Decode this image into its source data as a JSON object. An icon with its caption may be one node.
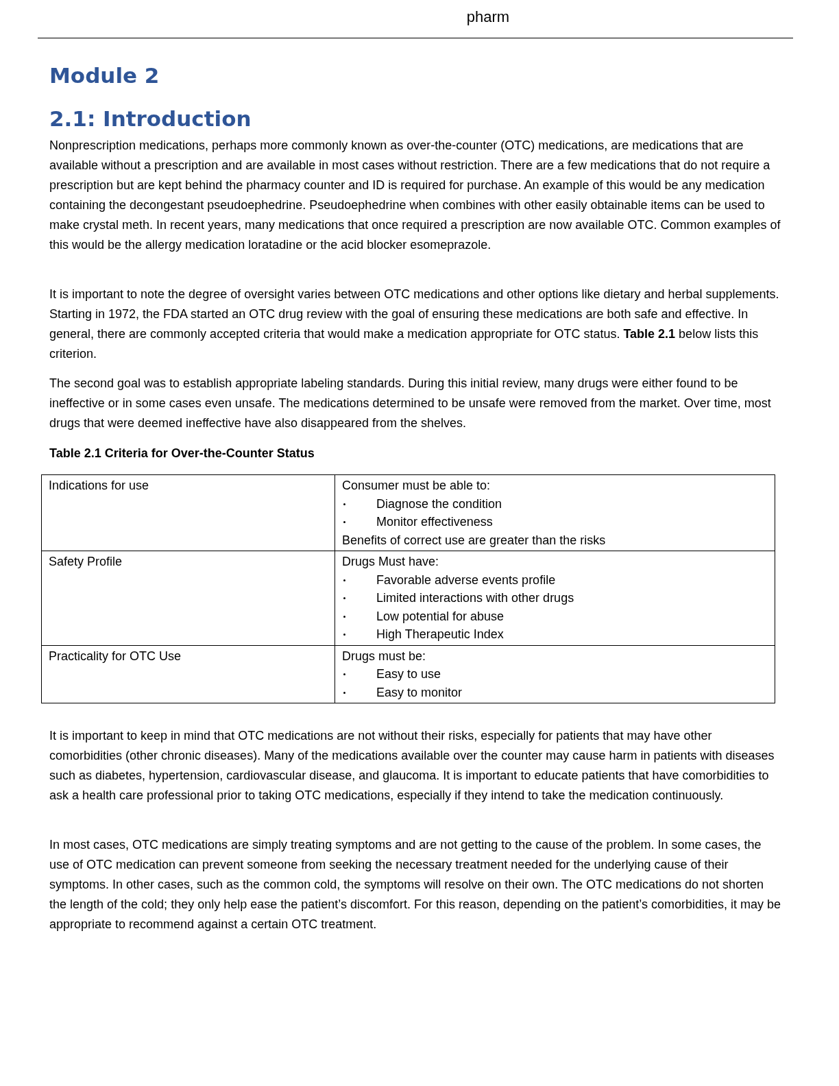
{
  "diagram": {
    "title": "Module 2",
    "labels": [
      "pharm",
      "2.1: Introduction",
      "Nonprescription medications, perhaps more commonly known as over-the-counter (OTC) medications, are medications that are available without a prescription and are available in most cases without restriction. There are a few medications that do not require a prescription but are kept behind the pharmacy counter and ID is required for purchase. An example of this would be any medication containing the decongestant pseudoephedrine. Pseudoephedrine when combines with other easily obtainable items can be used to make crystal meth. In recent years, many medications that once required a prescription are now available OTC. Common examples of this would be the allergy medication loratadine or the acid blocker esomeprazole.",
      "It is important to note the degree of oversight varies between OTC medications and other options like dietary and herbal supplements. Starting in 1972, the FDA started an OTC drug review with the goal of ensuring these medications are both safe and effective. In general, there are commonly accepted criteria that would make a medication appropriate for OTC status. **Table 2.1** below lists this criterion.",
      "The second goal was to establish appropriate labeling standards. During this initial review, many drugs were either found to be ineffective or in some cases even unsafe. The medications determined to be unsafe were removed from the market. Over time, most drugs that were deemed ineffective have also disappeared from the shelves.",
      "Table 2.1 Criteria for Over-the-Counter Status",
      "Indications for use",
      "Consumer must be able to:",
      "Diagnose the condition",
      "Monitor effectiveness",
      "Benefits of correct use are greater than the risks",
      "Safety Profile",
      "Drugs Must have:",
      "Favorable adverse events profile",
      "Limited interactions with other drugs",
      "Low potential for abuse",
      "High Therapeutic Index",
      "Practicality for OTC Use",
      "Drugs must be:",
      "Easy to use",
      "Easy to monitor",
      "It is important to keep in mind that OTC medications are not without their risks, especially for patients that may have other comorbidities (other chronic diseases). Many of the medications available over the counter may cause harm in patients with diseases such as diabetes, hypertension, cardiovascular disease, and glaucoma. It is important to educate patients that have comorbidities to ask a health care professional prior to taking OTC medications, especially if they intend to take the medication continuously.",
      "In most cases, OTC medications are simply treating symptoms and are not getting to the cause of the problem. In some cases, the use of OTC medication can prevent someone from seeking the necessary treatment needed for the underlying cause of their symptoms. In other cases, such as the common cold, the symptoms will resolve on their own. The OTC medications do not shorten the length of the cold; they only help ease the patient’s discomfort. For this reason, depending on the patient’s comorbidities, it may be appropriate to recommend against a certain OTC treatment."
    ]
  }
}
